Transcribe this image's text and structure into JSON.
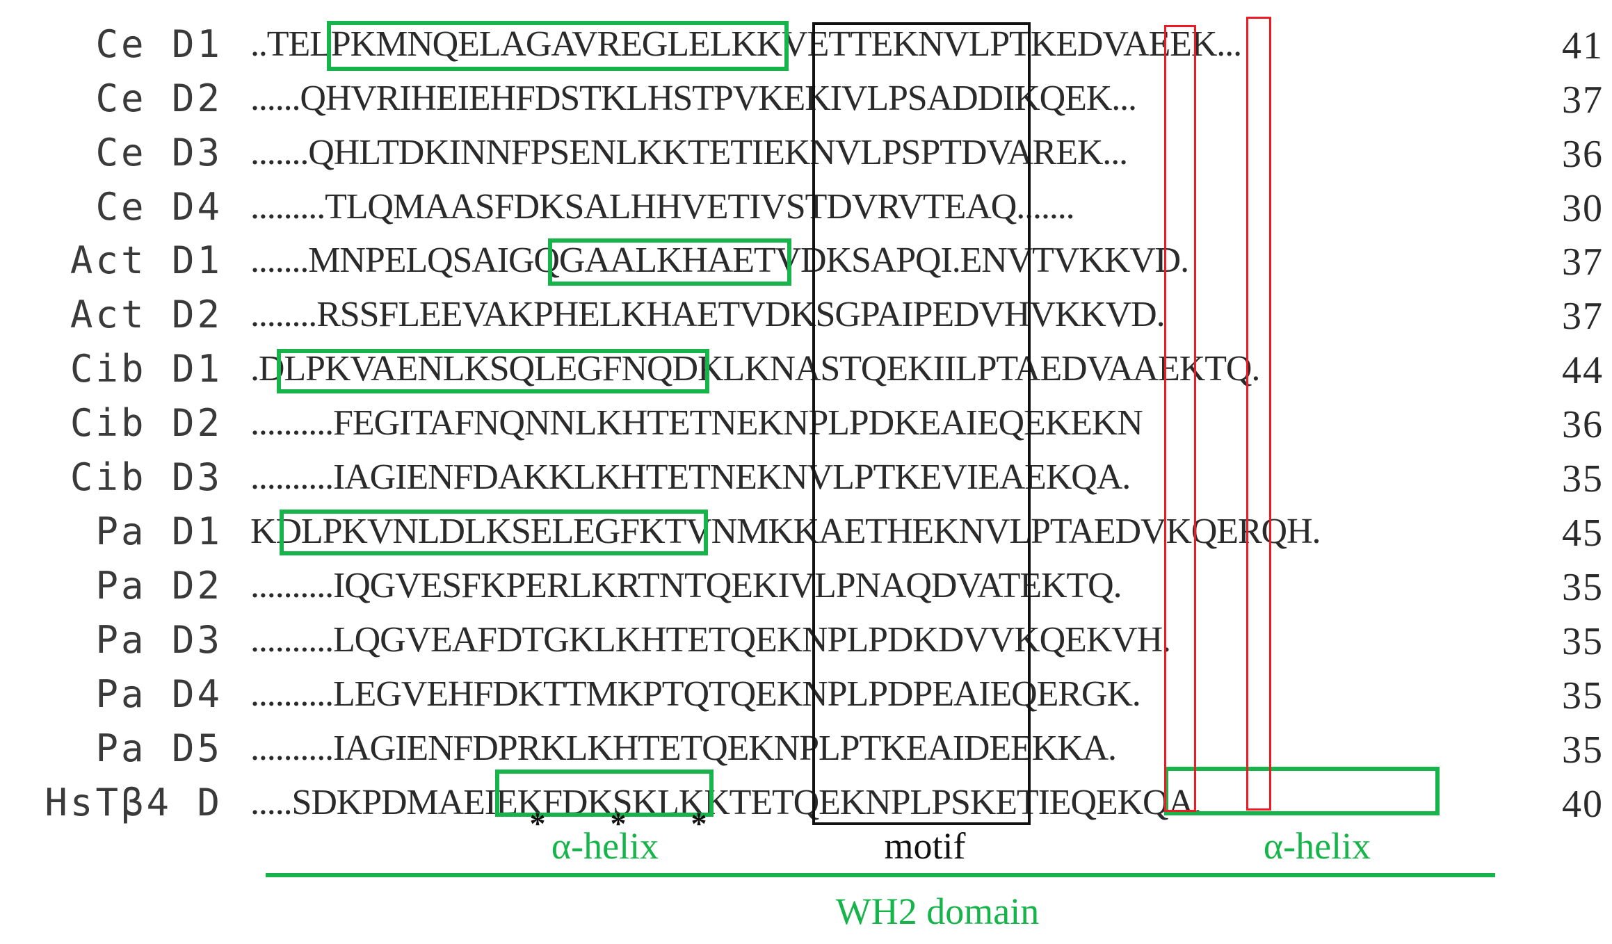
{
  "alignment": {
    "rows": [
      {
        "name": "Ce D1",
        "seq": "..TELPKMNQELAGAVREGLELKKVETTEKNVLPTKEDVAEEK...",
        "count": "41"
      },
      {
        "name": "Ce D2",
        "seq": "......QHVRIHEIEHFDSTKLHSTPVKEKIVLPSADDIKQEK...",
        "count": "37"
      },
      {
        "name": "Ce D3",
        "seq": ".......QHLTDKINNFPSENLKKTETIEKNVLPSPTDVAREK...",
        "count": "36"
      },
      {
        "name": "Ce D4",
        "seq": ".........TLQMAASFDKSALHHVETIVSTDVRVTEAQ.......",
        "count": "30"
      },
      {
        "name": "Act D1",
        "seq": ".......MNPELQSAIGQGAALKHAETVDKSAPQI.ENVTVKKVD.",
        "count": "37"
      },
      {
        "name": "Act D2",
        "seq": "........RSSFLEEVAKPHELKHAETVDKSGPAIPEDVHVKKVD.",
        "count": "37"
      },
      {
        "name": "Cib D1",
        "seq": ".DLPKVAENLKSQLEGFNQDKLKNASTQEKIILPTAEDVAAEKTQ.",
        "count": "44"
      },
      {
        "name": "Cib D2",
        "seq": "..........FEGITAFNQNNLKHTETNEKNPLPDKEAIEQEKEKN",
        "count": "36"
      },
      {
        "name": "Cib D3",
        "seq": "..........IAGIENFDAKKLKHTETNEKNVLPTKEVIEAEKQA.",
        "count": "35"
      },
      {
        "name": "Pa D1",
        "seq": "KDLPKVNLDLKSELEGFKTVNMKKAETHEKNVLPTAEDVKQERQH.",
        "count": "45"
      },
      {
        "name": "Pa D2",
        "seq": "..........IQGVESFKPERLKRTNTQEKIVLPNAQDVATEKTQ.",
        "count": "35"
      },
      {
        "name": "Pa D3",
        "seq": "..........LQGVEAFDTGKLKHTETQEKNPLPDKDVVKQEKVH.",
        "count": "35"
      },
      {
        "name": "Pa D4",
        "seq": "..........LEGVEHFDKTTMKPTQTQEKNPLPDPEAIEQERGK.",
        "count": "35"
      },
      {
        "name": "Pa D5",
        "seq": "..........IAGIENFDPRKLKHTETQEKNPLPTKEAIDEEKKA.",
        "count": "35"
      },
      {
        "name": "HsTβ4 D",
        "seq": ".....SDKPDMAEIEKFDKSKLKKTETQEKNPLPSKETIEQEKQA.",
        "count": "40"
      }
    ]
  },
  "labels": {
    "helix_left": "α-helix",
    "motif": "motif",
    "helix_right": "α-helix",
    "domain": "WH2 domain",
    "asterisk": "*"
  },
  "colors": {
    "helix_box": "#16b44a",
    "conserved_box": "#ee1b24",
    "motif_box": "#111111"
  }
}
